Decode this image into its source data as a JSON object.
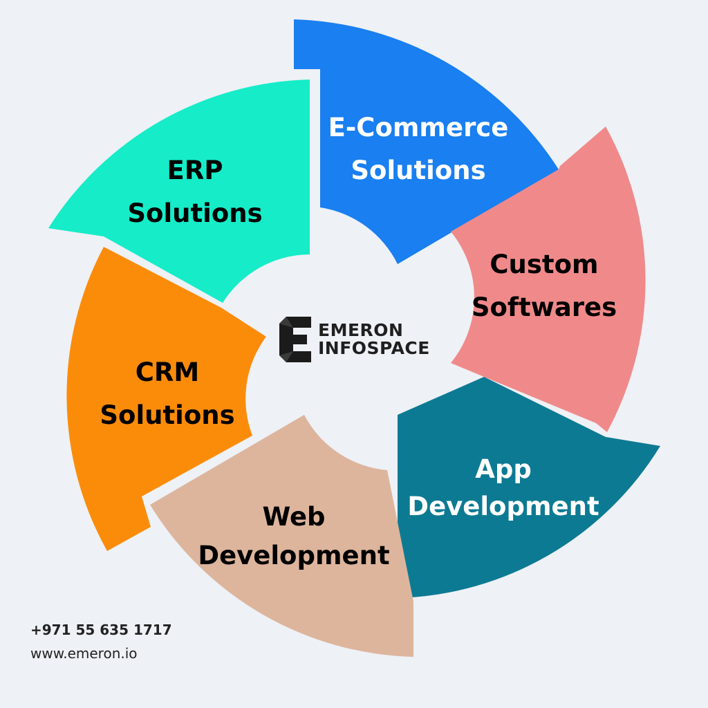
{
  "segments": [
    {
      "id": "ecommerce",
      "line1": "E-Commerce",
      "line2": "Solutions",
      "color": "#1a7ff0",
      "text_color": "#ffffff"
    },
    {
      "id": "custom",
      "line1": "Custom",
      "line2": "Softwares",
      "color": "#f08a8a",
      "text_color": "#000000"
    },
    {
      "id": "app",
      "line1": "App",
      "line2": "Development",
      "color": "#0d7a93",
      "text_color": "#ffffff"
    },
    {
      "id": "web",
      "line1": "Web",
      "line2": "Development",
      "color": "#ddb59d",
      "text_color": "#000000"
    },
    {
      "id": "crm",
      "line1": "CRM",
      "line2": "Solutions",
      "color": "#fb8c0a",
      "text_color": "#000000"
    },
    {
      "id": "erp",
      "line1": "ERP",
      "line2": "Solutions",
      "color": "#16ecc8",
      "text_color": "#000000"
    }
  ],
  "logo": {
    "line1": "EMERON",
    "line2": "INFOSPACE"
  },
  "contact": {
    "phone": "+971 55 635 1717",
    "website": "www.emeron.io"
  }
}
